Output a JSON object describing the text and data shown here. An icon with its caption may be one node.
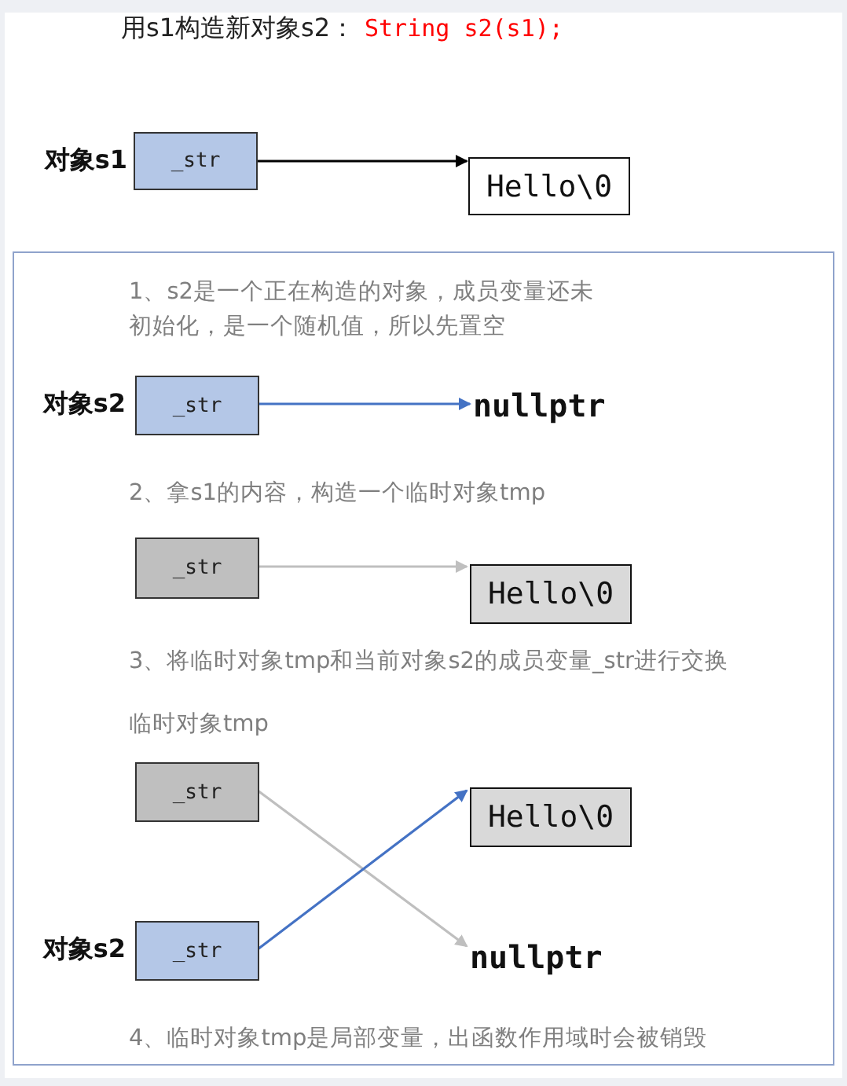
{
  "diagram": {
    "title": "用s1构造新对象s2：",
    "nodes": [
      {
        "text": [
          "_str"
        ],
        "beside": [
          "对象s1"
        ]
      },
      {
        "text": [
          "Hello\\0"
        ]
      },
      {
        "text": [],
        "shape": "box"
      },
      {
        "text": [
          "_str"
        ],
        "beside": [
          "对象s2"
        ],
        "in": 2
      },
      {
        "text": [
          "nullptr"
        ],
        "in": 2
      },
      {
        "text": [
          "_str"
        ],
        "in": 2
      },
      {
        "text": [
          "Hello\\0"
        ],
        "in": 2
      },
      {
        "text": [
          "_str"
        ],
        "beside": [
          "临时对象tmp"
        ],
        "in": 2
      },
      {
        "text": [
          "Hello\\0"
        ],
        "in": 2
      },
      {
        "text": [
          "_str"
        ],
        "beside": [
          "对象s2"
        ],
        "in": 2
      },
      {
        "text": [
          "nullptr"
        ],
        "in": 2
      }
    ],
    "edges": [
      {
        "from": 0,
        "to": 1,
        "arrow": "to",
        "color": "#000000"
      },
      {
        "from": 3,
        "to": 4,
        "arrow": "to",
        "color": "#4472c4"
      },
      {
        "from": 5,
        "to": 6,
        "arrow": "to",
        "color": "#bfbfbf"
      },
      {
        "from": 7,
        "to": 10,
        "arrow": "to",
        "color": "#bfbfbf"
      },
      {
        "from": 9,
        "to": 8,
        "arrow": "to",
        "color": "#4472c4"
      }
    ],
    "labels": [
      "String s2(s1);",
      "1、s2是一个正在构造的对象，成员变量还未初始化，是一个随机值，所以先置空",
      "2、拿s1的内容，构造一个临时对象tmp",
      "3、将临时对象tmp和当前对象s2的成员变量_str进行交换",
      "4、临时对象tmp是局部变量，出函数作用域时会被销毁"
    ]
  }
}
